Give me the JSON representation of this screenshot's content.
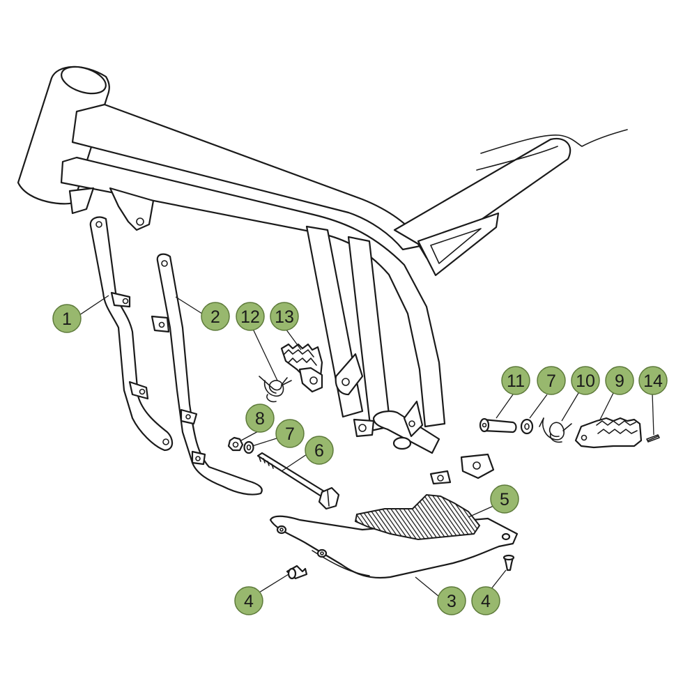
{
  "diagram": {
    "badge_color": "#98b86e",
    "callouts": [
      {
        "id": "c1",
        "label": "1",
        "part": "frame-lower-tube-left"
      },
      {
        "id": "c2",
        "label": "2",
        "part": "frame-lower-tube-right"
      },
      {
        "id": "c12",
        "label": "12",
        "part": "footpeg-spring-left"
      },
      {
        "id": "c13",
        "label": "13",
        "part": "footpeg-left"
      },
      {
        "id": "c8",
        "label": "8",
        "part": "nut"
      },
      {
        "id": "c7a",
        "label": "7",
        "part": "washer-left"
      },
      {
        "id": "c6",
        "label": "6",
        "part": "bolt"
      },
      {
        "id": "c11",
        "label": "11",
        "part": "pin"
      },
      {
        "id": "c7b",
        "label": "7",
        "part": "washer-right"
      },
      {
        "id": "c10",
        "label": "10",
        "part": "footpeg-spring-right"
      },
      {
        "id": "c9",
        "label": "9",
        "part": "footpeg-right"
      },
      {
        "id": "c14",
        "label": "14",
        "part": "cotter-pin"
      },
      {
        "id": "c5",
        "label": "5",
        "part": "skid-plate-pad"
      },
      {
        "id": "c3",
        "label": "3",
        "part": "skid-plate"
      },
      {
        "id": "c4a",
        "label": "4",
        "part": "screw-left"
      },
      {
        "id": "c4b",
        "label": "4",
        "part": "screw-right"
      }
    ]
  }
}
